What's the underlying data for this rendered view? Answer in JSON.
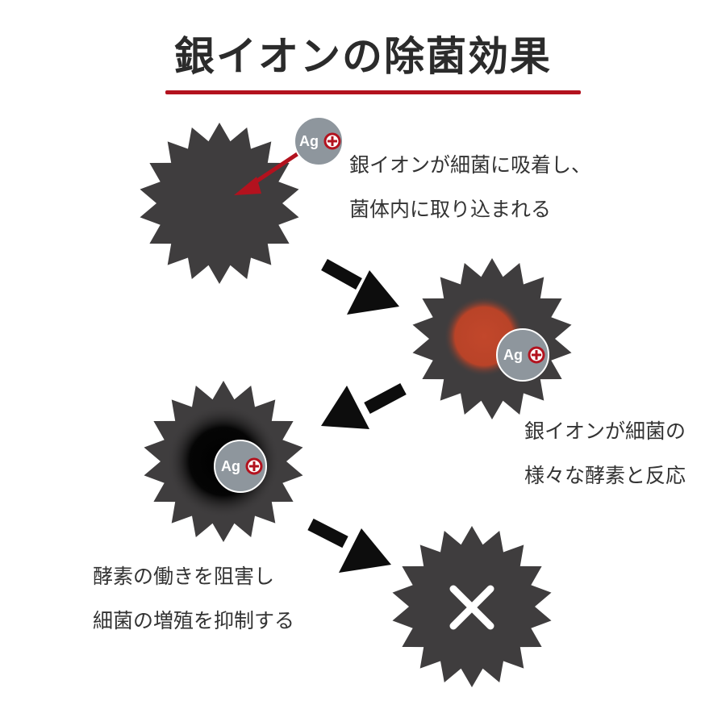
{
  "title": "銀イオンの除菌効果",
  "steps": [
    {
      "line1": "銀イオンが細菌に吸着し、",
      "line2": "菌体内に取り込まれる"
    },
    {
      "line1": "銀イオンが細菌の",
      "line2": "様々な酵素と反応"
    },
    {
      "line1": "酵素の働きを阻害し",
      "line2": "細菌の増殖を抑制する"
    }
  ],
  "ion_label": "Ag",
  "ion_charge_symbol": "plus-circle-icon",
  "colors": {
    "bacteria": "#3f3d3e",
    "ion": "#8e969d",
    "accent_red": "#b3121e",
    "enzyme_orange": "#c2472b",
    "arrow": "#0d0d0d",
    "cross": "#ffffff"
  }
}
